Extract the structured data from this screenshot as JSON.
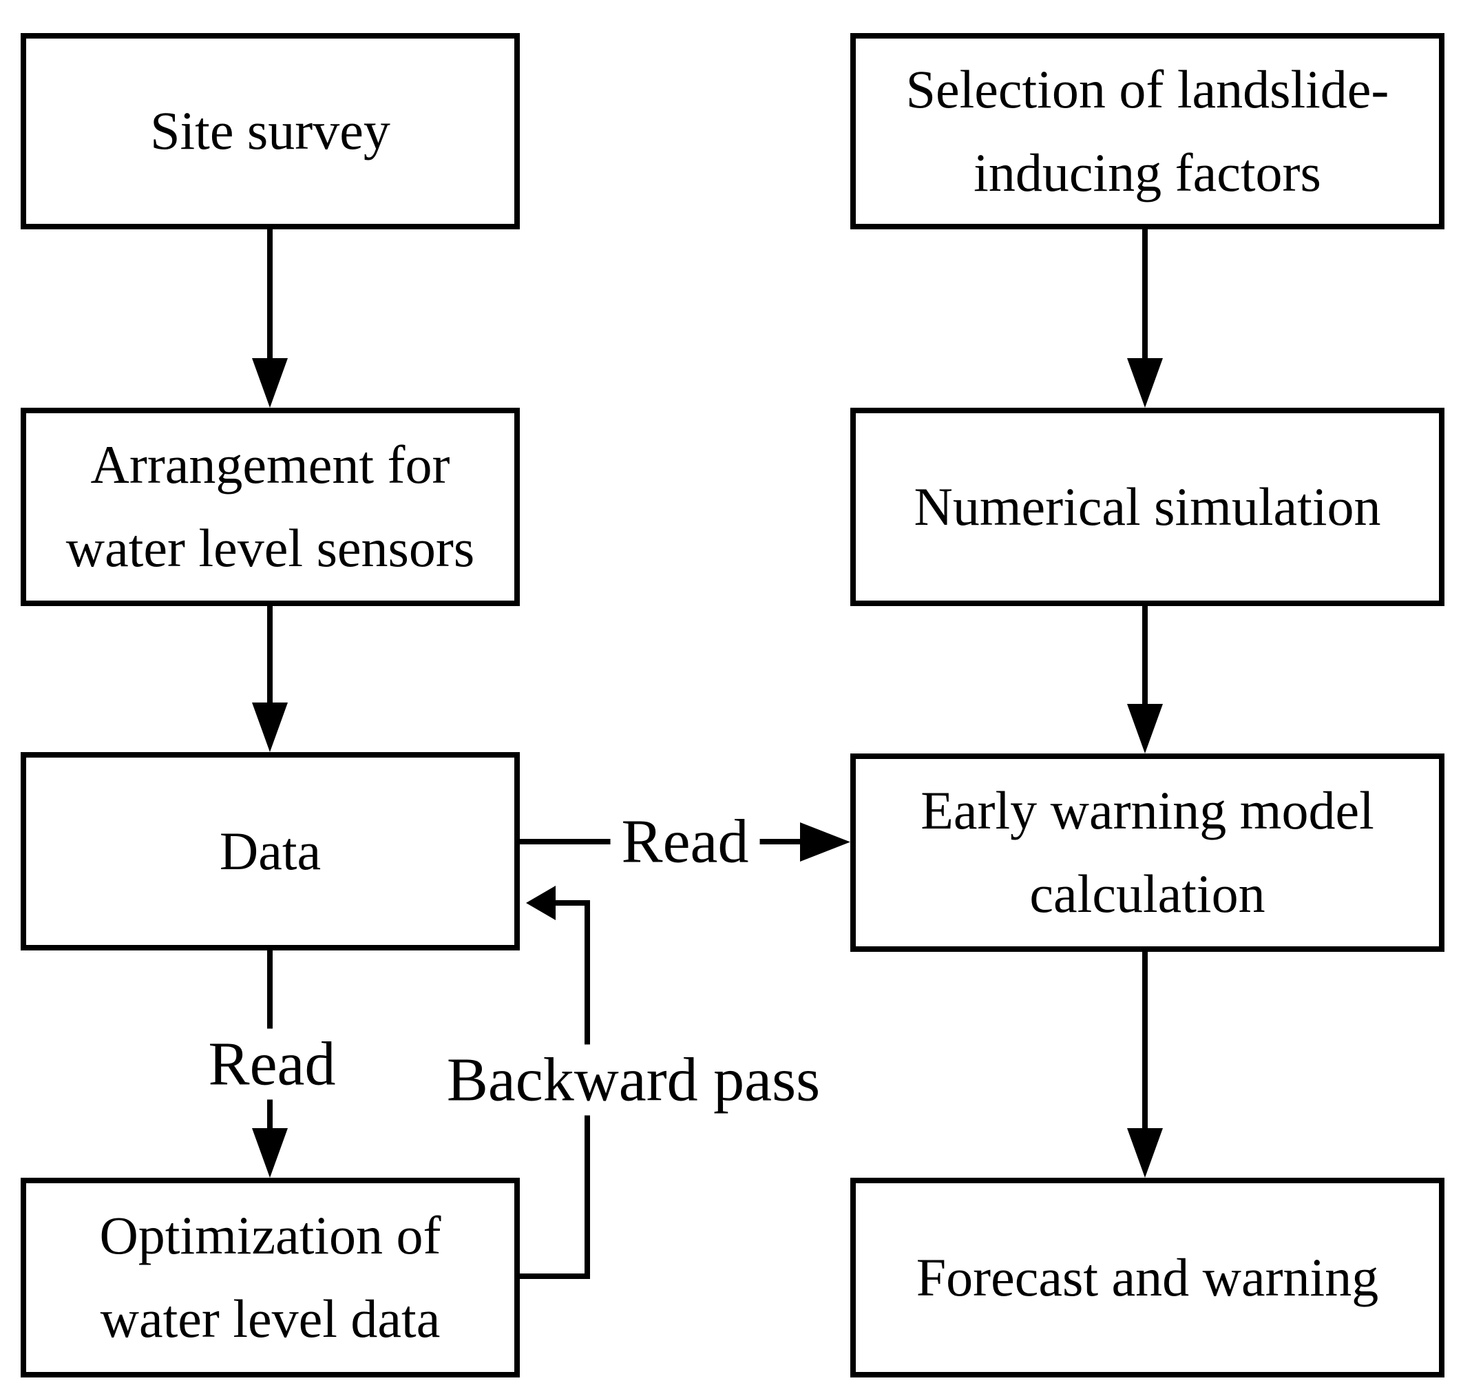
{
  "diagram": {
    "type": "flowchart",
    "colors": {
      "stroke": "#000000",
      "background": "#ffffff"
    },
    "boxes": {
      "site_survey": {
        "label": "Site survey"
      },
      "arrangement": {
        "label": "Arrangement for\nwater level sensors"
      },
      "data": {
        "label": "Data"
      },
      "optimization": {
        "label": "Optimization of\nwater level data"
      },
      "selection": {
        "label": "Selection of landslide-\ninducing factors"
      },
      "numerical": {
        "label": "Numerical simulation"
      },
      "early_warning": {
        "label": "Early warning model\ncalculation"
      },
      "forecast": {
        "label": "Forecast and warning"
      }
    },
    "edge_labels": {
      "read_data_to_model": "Read",
      "read_data_to_optimization": "Read",
      "backward_pass": "Backward pass"
    },
    "edges": [
      "Site survey -> Arrangement for water level sensors",
      "Arrangement for water level sensors -> Data",
      "Data -> Optimization of water level data (Read)",
      "Data -> Early warning model calculation (Read)",
      "Optimization of water level data -> Data (Backward pass)",
      "Selection of landslide-inducing factors -> Numerical simulation",
      "Numerical simulation -> Early warning model calculation",
      "Early warning model calculation -> Forecast and warning"
    ]
  }
}
